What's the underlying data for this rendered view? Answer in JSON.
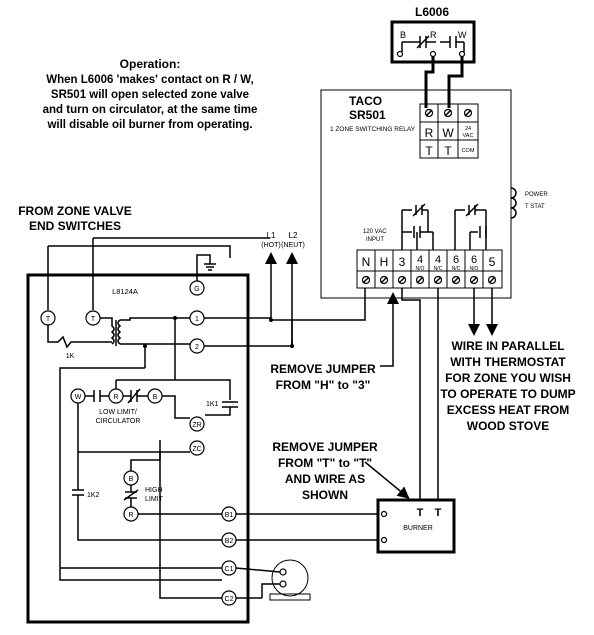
{
  "operation": {
    "heading": "Operation:",
    "lines": [
      "When L6006 'makes' contact on R / W,",
      "SR501 will open selected zone valve",
      "and turn on circulator, at the same time",
      "will disable oil burner from operating."
    ]
  },
  "l6006": {
    "title": "L6006",
    "terminals": [
      "B",
      "R",
      "W"
    ]
  },
  "taco": {
    "title1": "TACO",
    "title2": "SR501",
    "subtitle": "1 ZONE SWITCHING RELAY",
    "top_terminals": [
      "R",
      "W",
      "T",
      "T"
    ],
    "vac_label": "24\nVAC",
    "com_label": "COM",
    "power_label": "POWER",
    "tstat_label": "T STAT",
    "input_label": "120 VAC\nINPUT",
    "bottom_terminals": [
      {
        "label": "N",
        "sub": ""
      },
      {
        "label": "H",
        "sub": ""
      },
      {
        "label": "3",
        "sub": ""
      },
      {
        "label": "4",
        "sub": "N/O"
      },
      {
        "label": "4",
        "sub": "N/C"
      },
      {
        "label": "6",
        "sub": "N/C"
      },
      {
        "label": "6",
        "sub": "N/O"
      },
      {
        "label": "5",
        "sub": ""
      }
    ]
  },
  "zone_valve_label": [
    "FROM ZONE VALVE",
    "END SWITCHES"
  ],
  "l1_label": [
    "L1",
    "(HOT)"
  ],
  "l2_label": [
    "L2",
    "(NEUT)"
  ],
  "l8124a": {
    "title": "L8124A",
    "g": "G",
    "t": "T",
    "one": "1",
    "two": "2",
    "onek": "1K",
    "onek1": "1K1",
    "onek2": "1K2",
    "w": "W",
    "r": "R",
    "b": "B",
    "low_limit": [
      "LOW LIMIT/",
      "CIRCULATOR"
    ],
    "zr": "ZR",
    "zc": "ZC",
    "high_limit": [
      "HIGH",
      "LIMIT"
    ],
    "b1": "B1",
    "b2": "B2",
    "c1": "C1",
    "c2": "C2"
  },
  "remove_jumper_h3": [
    "REMOVE JUMPER",
    "FROM \"H\" to \"3\""
  ],
  "remove_jumper_tt": [
    "REMOVE JUMPER",
    "FROM \"T\" to \"T\"",
    "AND WIRE AS",
    "SHOWN"
  ],
  "wire_parallel": [
    "WIRE IN PARALLEL",
    "WITH THERMOSTAT",
    "FOR ZONE YOU WISH",
    "TO OPERATE TO DUMP",
    "EXCESS HEAT FROM",
    "WOOD STOVE"
  ],
  "burner": {
    "label": "BURNER",
    "terminals": [
      "T",
      "T"
    ]
  }
}
